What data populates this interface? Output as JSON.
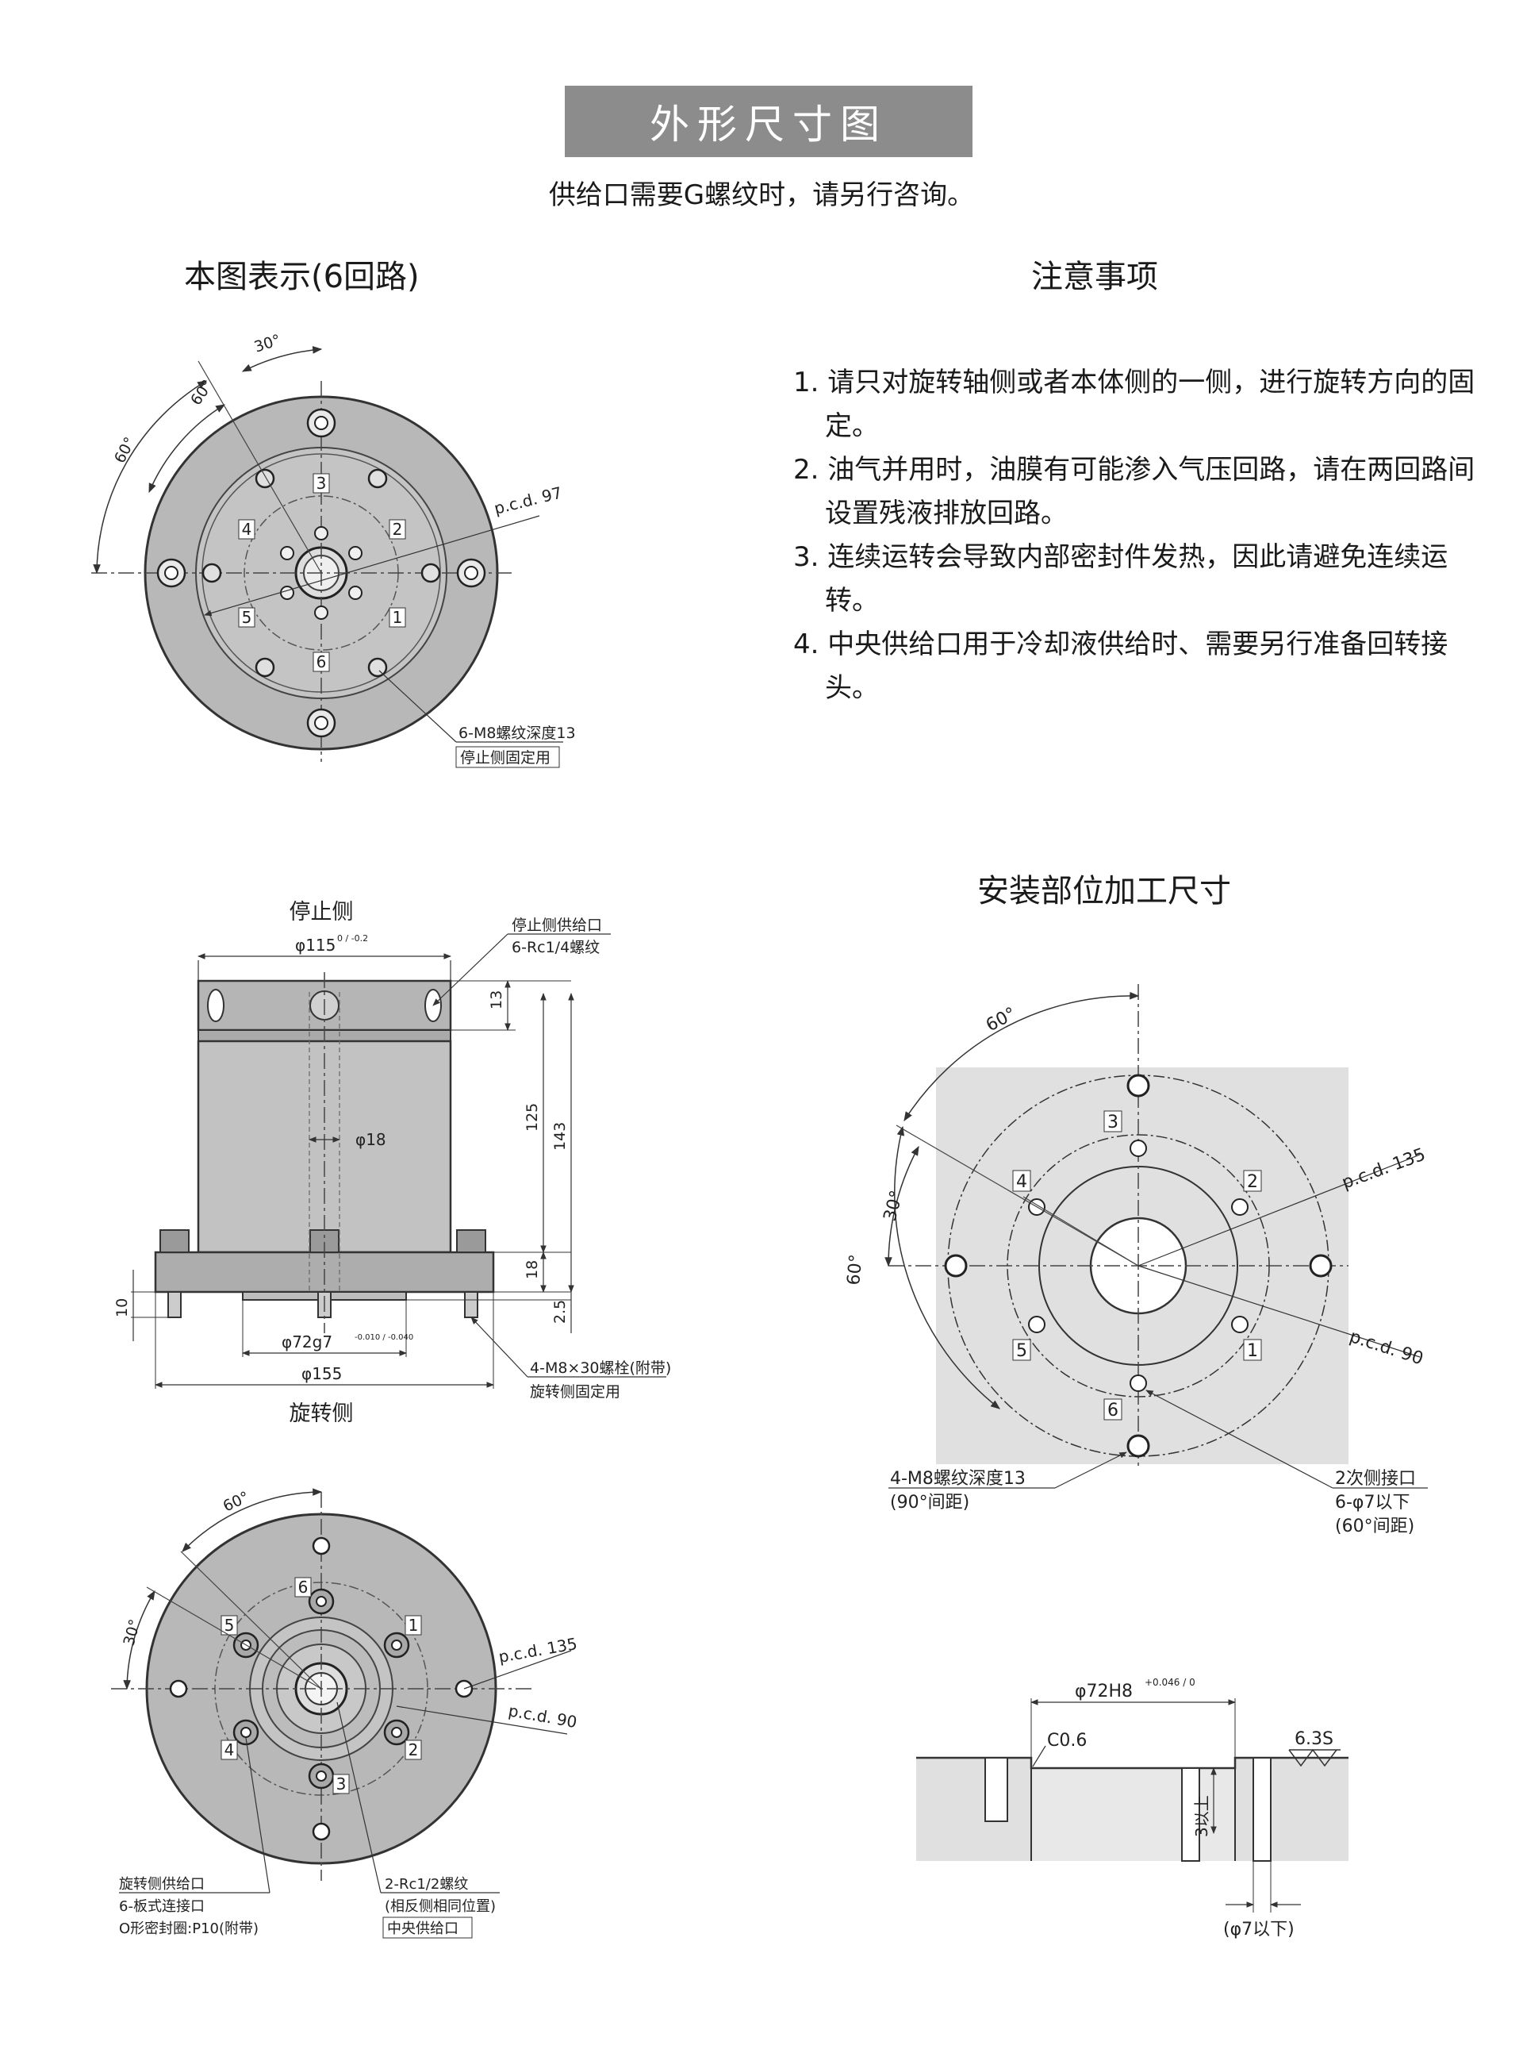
{
  "title": "外形尺寸图",
  "subnote": "供给口需要G螺纹时，请另行咨询。",
  "section_top_left": "本图表示(6回路)",
  "section_notes": "注意事项",
  "notes": [
    "1. 请只对旋转轴侧或者本体侧的一侧，进行旋转方向的固定。",
    "2. 油气并用时，油膜有可能渗入气压回路，请在两回路间设置残液排放回路。",
    "3. 连续运转会导致内部密封件发热，因此请避免连续运转。",
    "4. 中央供给口用于冷却液供给时、需要另行准备回转接头。"
  ],
  "section_install": "安装部位加工尺寸",
  "top_view": {
    "angle_30": "30°",
    "angle_60a": "60°",
    "angle_60b": "60°",
    "pcd": "p.c.d. 97",
    "ports": [
      "1",
      "2",
      "3",
      "4",
      "5",
      "6"
    ],
    "thread": "6-M8螺纹深度13",
    "thread_note": "停止侧固定用"
  },
  "side_view": {
    "stop_side": "停止侧",
    "rotate_side": "旋转侧",
    "top_dia": "φ115",
    "top_dia_tol": "0 / -0.2",
    "port_label": "停止侧供给口",
    "port_thread": "6-Rc1/4螺纹",
    "bore": "φ18",
    "dim_13": "13",
    "dim_125": "125",
    "dim_143": "143",
    "dim_18": "18",
    "dim_2_5": "2.5",
    "dim_10": "10",
    "spigot": "φ72g7",
    "spigot_tol": "-0.010 / -0.040",
    "base_dia": "φ155",
    "bolts": "4-M8×30螺栓(附带)",
    "bolts_note": "旋转侧固定用"
  },
  "bottom_view": {
    "angle_60": "60°",
    "angle_30": "30°",
    "pcd135": "p.c.d. 135",
    "pcd90": "p.c.d. 90",
    "ports": [
      "1",
      "2",
      "3",
      "4",
      "5",
      "6"
    ],
    "rot_port": "旋转侧供给口",
    "rot_port2": "6-板式连接口",
    "rot_port3": "O形密封圈:P10(附带)",
    "center_thread": "2-Rc1/2螺纹",
    "center_thread2": "(相反侧相同位置)",
    "center_port": "中央供给口"
  },
  "install_view": {
    "angle_60a": "60°",
    "angle_30": "30°",
    "angle_60b": "60°",
    "pcd135": "p.c.d. 135",
    "pcd90": "p.c.d. 90",
    "ports": [
      "1",
      "2",
      "3",
      "4",
      "5",
      "6"
    ],
    "bolt_hole": "4-M8螺纹深度13",
    "bolt_hole2": "(90°间距)",
    "sec_port": "2次侧接口",
    "sec_port2": "6-φ7以下",
    "sec_port3": "(60°间距)"
  },
  "section_view": {
    "bore": "φ72H8",
    "bore_tol": "+0.046 / 0",
    "chamfer": "C0.6",
    "roughness": "6.3S",
    "depth": "3以上",
    "hole": "(φ7以下)"
  }
}
